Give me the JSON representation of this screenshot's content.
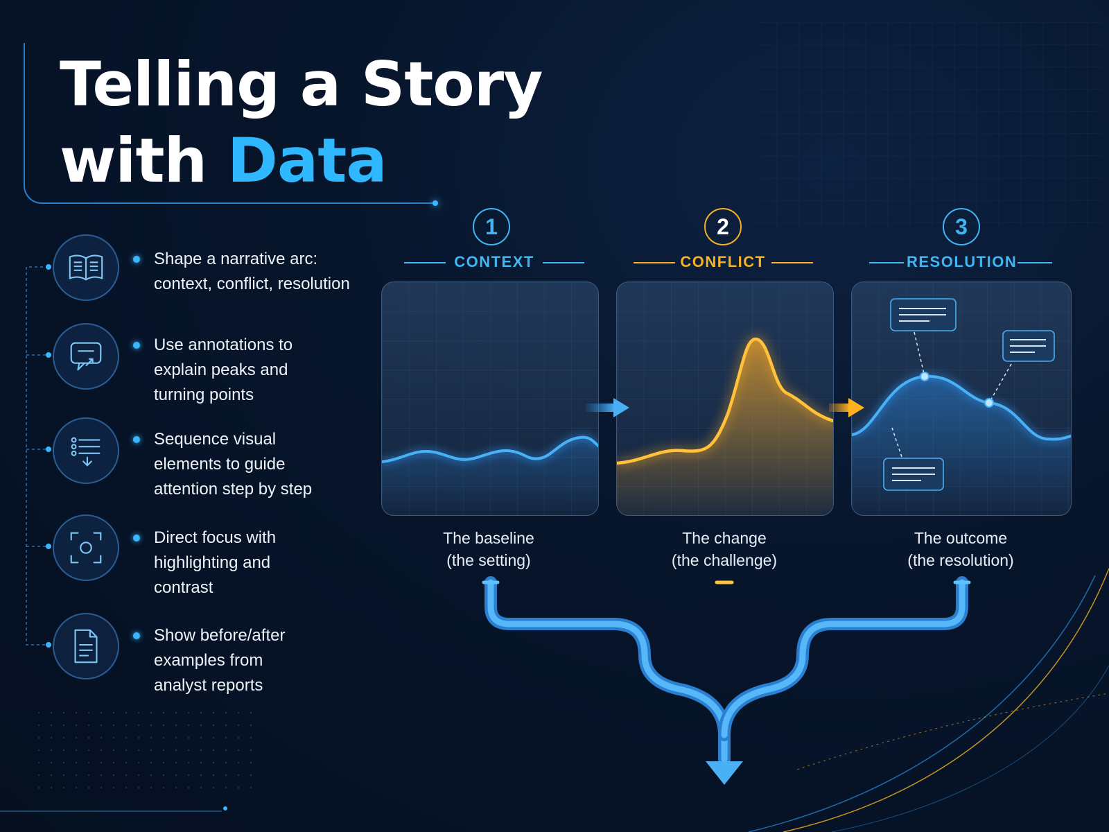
{
  "title": {
    "line1": "Telling a Story",
    "line2_plain": "with ",
    "line2_accent": "Data"
  },
  "bullets": [
    {
      "icon": "open-book-icon",
      "text_line1": "Shape a narrative arc:",
      "text_line2": "context, conflict, resolution",
      "text_line3": ""
    },
    {
      "icon": "annotation-bubble-icon",
      "text_line1": "Use annotations to",
      "text_line2": "explain peaks and",
      "text_line3": "turning points"
    },
    {
      "icon": "ordered-list-icon",
      "text_line1": "Sequence visual",
      "text_line2": "elements to guide",
      "text_line3": "attention step by step"
    },
    {
      "icon": "focus-frame-icon",
      "text_line1": "Direct focus with",
      "text_line2": "highlighting and",
      "text_line3": "contrast"
    },
    {
      "icon": "document-icon",
      "text_line1": "Show before/after",
      "text_line2": "examples from",
      "text_line3": "analyst reports"
    }
  ],
  "steps": [
    {
      "number": "1",
      "heading": "CONTEXT",
      "caption_line1": "The baseline",
      "caption_line2": "(the setting)",
      "color": "#3fb6f2"
    },
    {
      "number": "2",
      "heading": "CONFLICT",
      "caption_line1": "The change",
      "caption_line2": "(the challenge)",
      "color": "#f5b324"
    },
    {
      "number": "3",
      "heading": "RESOLUTION",
      "caption_line1": "The outcome",
      "caption_line2": "(the resolution)",
      "color": "#3fb6f2"
    }
  ],
  "colors": {
    "accent_blue": "#2fb8ff",
    "accent_amber": "#f5b324",
    "background": "#07152b"
  }
}
